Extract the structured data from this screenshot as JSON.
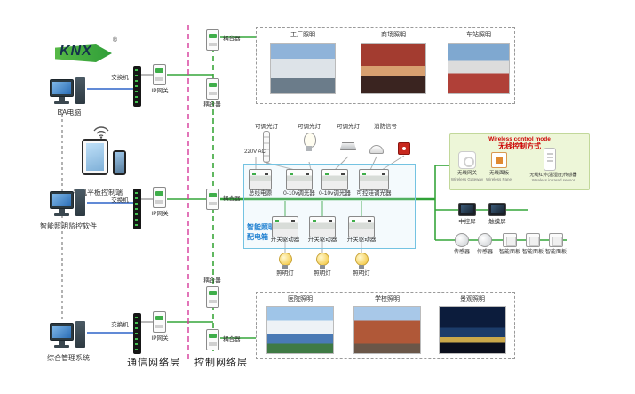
{
  "logo": {
    "text": "KNX",
    "reg": "®"
  },
  "colors": {
    "knx_green": "#3fae4a",
    "bus_green": "#2fa136",
    "lan_blue": "#2d64c8",
    "layer_magenta": "#d63a9b",
    "cabinet_blue": "#74c3e2",
    "alert_red": "#c8281e"
  },
  "left_column": {
    "pc1_label": "BA电脑",
    "mobile_label": "手机平板控制端",
    "pc2_label": "智能照明监控软件",
    "pc3_label": "综合管理系统"
  },
  "network": {
    "switches": [
      "交换机",
      "交换机",
      "交换机"
    ],
    "gateways": [
      "IP网关",
      "IP网关",
      "IP网关"
    ],
    "couplers": [
      "耦合器",
      "耦合器",
      "耦合器",
      "耦合器",
      "耦合器"
    ],
    "comm_layer_label": "通信网络层",
    "ctrl_layer_label": "控制网络层"
  },
  "scenes_top": [
    {
      "label": "工厂照明"
    },
    {
      "label": "商场照明"
    },
    {
      "label": "车站照明"
    }
  ],
  "scenes_bottom": [
    {
      "label": "医院照明"
    },
    {
      "label": "学校照明"
    },
    {
      "label": "景观照明"
    }
  ],
  "loads": {
    "labels": [
      "可调光灯",
      "可调光灯",
      "可调光灯",
      "消防信号"
    ],
    "power": "220V AC"
  },
  "cabinet": {
    "title1": "智能照明",
    "title2": "配电箱",
    "row1": [
      "总线电源",
      "0-10v调光器",
      "0-10v调光器",
      "可控硅调光器"
    ],
    "row2": [
      "开关驱动器",
      "开关驱动器",
      "开关驱动器"
    ],
    "lamps": [
      "照明灯",
      "照明灯",
      "照明灯"
    ]
  },
  "wireless": {
    "title_en": "Wireless control mode",
    "title_cn": "无线控制方式",
    "devices": [
      {
        "cn": "无线网关",
        "en": "Wireless Gateway"
      },
      {
        "cn": "无线面板",
        "en": "Wireless Panel"
      },
      {
        "cn": "无线红外(温湿度)传感器",
        "en": "Wireless infrared sensor"
      }
    ]
  },
  "right_devices": {
    "screens": [
      {
        "label": "中控屏"
      },
      {
        "label": "触摸屏"
      }
    ],
    "sensors": [
      {
        "label": "传感器"
      },
      {
        "label": "传感器"
      }
    ],
    "panels": [
      {
        "label": "智能面板"
      },
      {
        "label": "智能面板"
      },
      {
        "label": "智能面板"
      }
    ]
  }
}
